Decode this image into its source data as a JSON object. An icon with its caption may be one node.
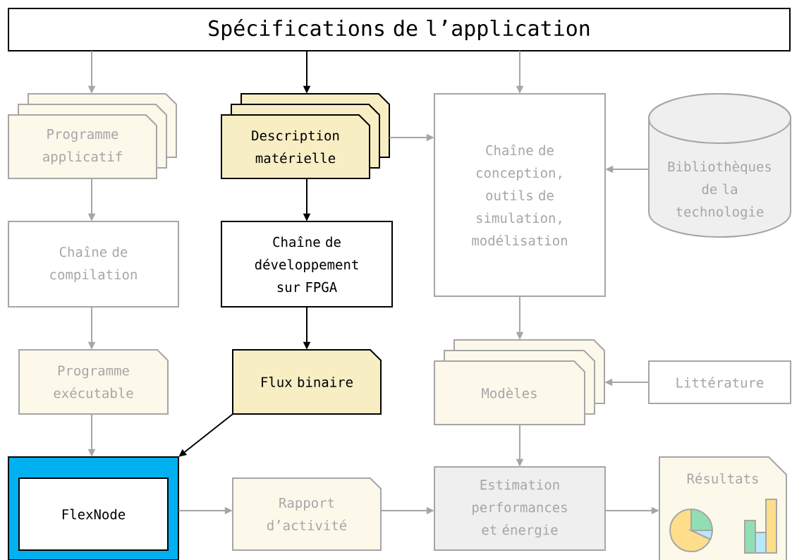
{
  "diagram": {
    "nodes": [
      {
        "text": [
          "Spécifications de l’application"
        ]
      },
      {
        "text": [
          "Programme applicatif"
        ]
      },
      {
        "text": [
          "Description matérielle"
        ]
      },
      {
        "text": [
          "Chaîne de conception, outils de simulation, modélisation"
        ]
      },
      {
        "text": [
          "Bibliothèques de la technologie"
        ]
      },
      {
        "text": [
          "Chaîne de compilation"
        ]
      },
      {
        "text": [
          "Chaîne de développement sur FPGA"
        ]
      },
      {
        "text": [
          "Programme exécutable"
        ]
      },
      {
        "text": [
          "Flux binaire"
        ]
      },
      {
        "text": [
          "Modèles"
        ]
      },
      {
        "text": [
          "Littérature"
        ]
      },
      {
        "text": [],
        "shape": "box"
      },
      {
        "text": [
          "FlexNode"
        ],
        "in": 11
      },
      {
        "text": [
          "Rapport d’activité"
        ]
      },
      {
        "text": [
          "Estimation performances et énergie"
        ]
      },
      {
        "text": [
          "Résultats"
        ]
      }
    ],
    "edges": [
      {
        "from": 0,
        "to": 1,
        "arrow": "to"
      },
      {
        "from": 0,
        "to": 2,
        "arrow": "to",
        "color": "#000000"
      },
      {
        "from": 0,
        "to": 3,
        "arrow": "to"
      },
      {
        "from": 2,
        "to": 3,
        "arrow": "to"
      },
      {
        "from": 1,
        "to": 5,
        "arrow": "to"
      },
      {
        "from": 5,
        "to": 7,
        "arrow": "to"
      },
      {
        "from": 7,
        "to": 11,
        "arrow": "to"
      },
      {
        "from": 2,
        "to": 6,
        "arrow": "to",
        "color": "#000000"
      },
      {
        "from": 6,
        "to": 8,
        "arrow": "to",
        "color": "#000000"
      },
      {
        "from": 8,
        "to": 11,
        "arrow": "to",
        "color": "#000000"
      },
      {
        "from": 4,
        "to": 3,
        "arrow": "to"
      },
      {
        "from": 3,
        "to": 9,
        "arrow": "to"
      },
      {
        "from": 10,
        "to": 9,
        "arrow": "to"
      },
      {
        "from": 9,
        "to": 14,
        "arrow": "to"
      },
      {
        "from": 11,
        "to": 13,
        "arrow": "to"
      },
      {
        "from": 13,
        "to": 14,
        "arrow": "to"
      },
      {
        "from": 14,
        "to": 15,
        "arrow": "to"
      }
    ]
  }
}
